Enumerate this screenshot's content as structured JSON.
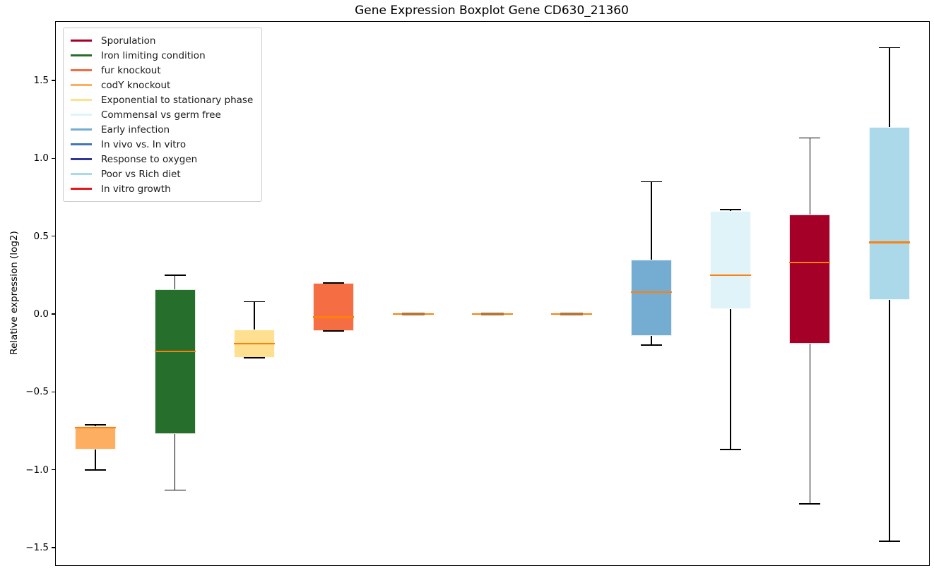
{
  "chart_data": {
    "type": "boxplot",
    "title": "Gene Expression Boxplot Gene CD630_21360",
    "ylabel": "Relative expression (log2)",
    "ylim": [
      -1.613,
      1.876
    ],
    "grid": false,
    "legend_position": "upper-left",
    "median_color": "#ff7f0e",
    "flat_box_color": "#b5763c",
    "yticks": [
      {
        "label": "1.5",
        "value": 1.5
      },
      {
        "label": "1.0",
        "value": 1.0
      },
      {
        "label": "0.5",
        "value": 0.5
      },
      {
        "label": "0.0",
        "value": 0.0
      },
      {
        "label": "−0.5",
        "value": -0.5
      },
      {
        "label": "−1.0",
        "value": -1.0
      },
      {
        "label": "−1.5",
        "value": -1.5
      }
    ],
    "legend": [
      {
        "label": "Sporulation",
        "color": "#a50027"
      },
      {
        "label": "Iron limiting condition",
        "color": "#266e2c"
      },
      {
        "label": "fur knockout",
        "color": "#f46d43"
      },
      {
        "label": "codY knockout",
        "color": "#fdae61"
      },
      {
        "label": "Exponential to stationary phase",
        "color": "#fee090"
      },
      {
        "label": "Commensal vs germ free",
        "color": "#e0f3f8"
      },
      {
        "label": "Early infection",
        "color": "#74add1"
      },
      {
        "label": "In vivo vs. In vitro",
        "color": "#4575b4"
      },
      {
        "label": "Response to oxygen",
        "color": "#313695"
      },
      {
        "label": "Poor vs Rich diet",
        "color": "#abd9e9"
      },
      {
        "label": "In vitro growth",
        "color": "#e01a1c"
      }
    ],
    "series": [
      {
        "condition": "codY knockout",
        "color": "#fdae61",
        "whislo": -1.0,
        "q1": -0.87,
        "med": -0.73,
        "q3": -0.72,
        "whishi": -0.71
      },
      {
        "condition": "Iron limiting condition",
        "color": "#266e2c",
        "whislo": -1.13,
        "q1": -0.77,
        "med": -0.24,
        "q3": 0.16,
        "whishi": 0.25
      },
      {
        "condition": "Exponential to stationary phase",
        "color": "#fee090",
        "whislo": -0.28,
        "q1": -0.28,
        "med": -0.19,
        "q3": -0.1,
        "whishi": 0.08
      },
      {
        "condition": "fur knockout",
        "color": "#f46d43",
        "whislo": -0.11,
        "q1": -0.11,
        "med": -0.02,
        "q3": 0.2,
        "whishi": 0.2
      },
      {
        "condition": "In vivo vs. In vitro",
        "color": "#4575b4",
        "whislo": 0.0,
        "q1": 0.0,
        "med": 0.0,
        "q3": 0.0,
        "whishi": 0.0
      },
      {
        "condition": "Response to oxygen",
        "color": "#313695",
        "whislo": 0.0,
        "q1": 0.0,
        "med": 0.0,
        "q3": 0.0,
        "whishi": 0.0
      },
      {
        "condition": "In vitro growth",
        "color": "#e01a1c",
        "whislo": 0.0,
        "q1": 0.0,
        "med": 0.0,
        "q3": 0.0,
        "whishi": 0.0
      },
      {
        "condition": "Early infection",
        "color": "#74add1",
        "whislo": -0.2,
        "q1": -0.14,
        "med": 0.14,
        "q3": 0.35,
        "whishi": 0.85
      },
      {
        "condition": "Commensal vs germ free",
        "color": "#e0f3f8",
        "whislo": -0.87,
        "q1": 0.03,
        "med": 0.25,
        "q3": 0.66,
        "whishi": 0.67
      },
      {
        "condition": "Sporulation",
        "color": "#a50027",
        "whislo": -1.22,
        "q1": -0.19,
        "med": 0.33,
        "q3": 0.64,
        "whishi": 1.13
      },
      {
        "condition": "Poor vs Rich diet",
        "color": "#abd9e9",
        "whislo": -1.46,
        "q1": 0.09,
        "med": 0.46,
        "q3": 1.2,
        "whishi": 1.71
      }
    ]
  }
}
